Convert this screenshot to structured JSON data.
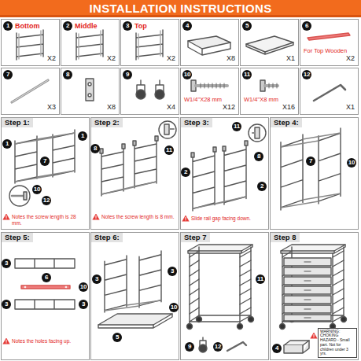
{
  "diagram": {
    "title": "INSTALLATION INSTRUCTIONS",
    "nodes": [
      {
        "text": [
          "1",
          "Bottom",
          "X2"
        ]
      },
      {
        "text": [
          "2",
          "Middle",
          "X2"
        ]
      },
      {
        "text": [
          "3",
          "Top",
          "X2"
        ]
      },
      {
        "text": [
          "4",
          "X8"
        ]
      },
      {
        "text": [
          "5",
          "X1"
        ]
      },
      {
        "text": [
          "6",
          "For Top Wooden",
          "X2"
        ]
      },
      {
        "text": [
          "7",
          "X3"
        ]
      },
      {
        "text": [
          "8",
          "X8"
        ]
      },
      {
        "text": [
          "9",
          "X4"
        ]
      },
      {
        "text": [
          "10",
          "W1/4\"X28 mm",
          "X12"
        ]
      },
      {
        "text": [
          "11",
          "W1/4\"X8 mm",
          "X16"
        ]
      },
      {
        "text": [
          "12",
          "X1"
        ]
      },
      {
        "text": [
          "Step 1:",
          "Notes the screw length is 28 mm."
        ]
      },
      {
        "text": [
          "Step 2:",
          "Notes the screw length is 8 mm."
        ]
      },
      {
        "text": [
          "Step 3:",
          "Slide rail gap facing down."
        ]
      },
      {
        "text": [
          "Step 4:"
        ]
      },
      {
        "text": [
          "Step 5:",
          "Notes the holes facing up."
        ]
      },
      {
        "text": [
          "Step 6:"
        ]
      },
      {
        "text": [
          "Step 7"
        ]
      },
      {
        "text": [
          "Step 8"
        ]
      },
      {
        "text": [
          "WARNING: CHOKING HAZARD - Small part. Not for children under 3 yrs."
        ],
        "in": 19
      }
    ],
    "labels": [
      "1",
      "1",
      "7",
      "10",
      "12",
      "8",
      "11",
      "11",
      "8",
      "2",
      "2",
      "7",
      "10",
      "3",
      "6",
      "10",
      "3",
      "3",
      "3",
      "3",
      "5",
      "10",
      "11",
      "9",
      "12",
      "4"
    ]
  }
}
